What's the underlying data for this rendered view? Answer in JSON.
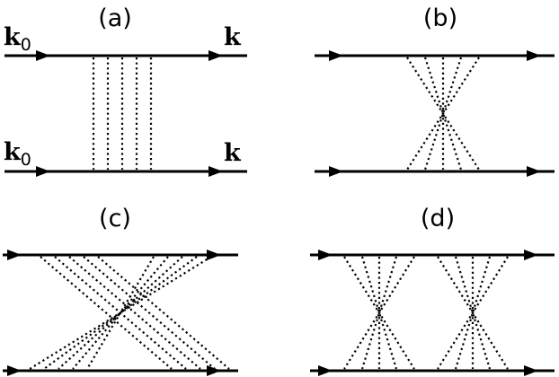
{
  "panels": [
    {
      "id": "a",
      "label": "(a)",
      "topLeft": "k",
      "topLeftSub": "0",
      "topRight": "k",
      "bottomLeft": "k",
      "bottomLeftSub": "0",
      "bottomRight": "k"
    },
    {
      "id": "b",
      "label": "(b)"
    },
    {
      "id": "c",
      "label": "(c)"
    },
    {
      "id": "d",
      "label": "(d)"
    }
  ],
  "colors": {
    "ink": "#000000",
    "background": "#ffffff"
  }
}
